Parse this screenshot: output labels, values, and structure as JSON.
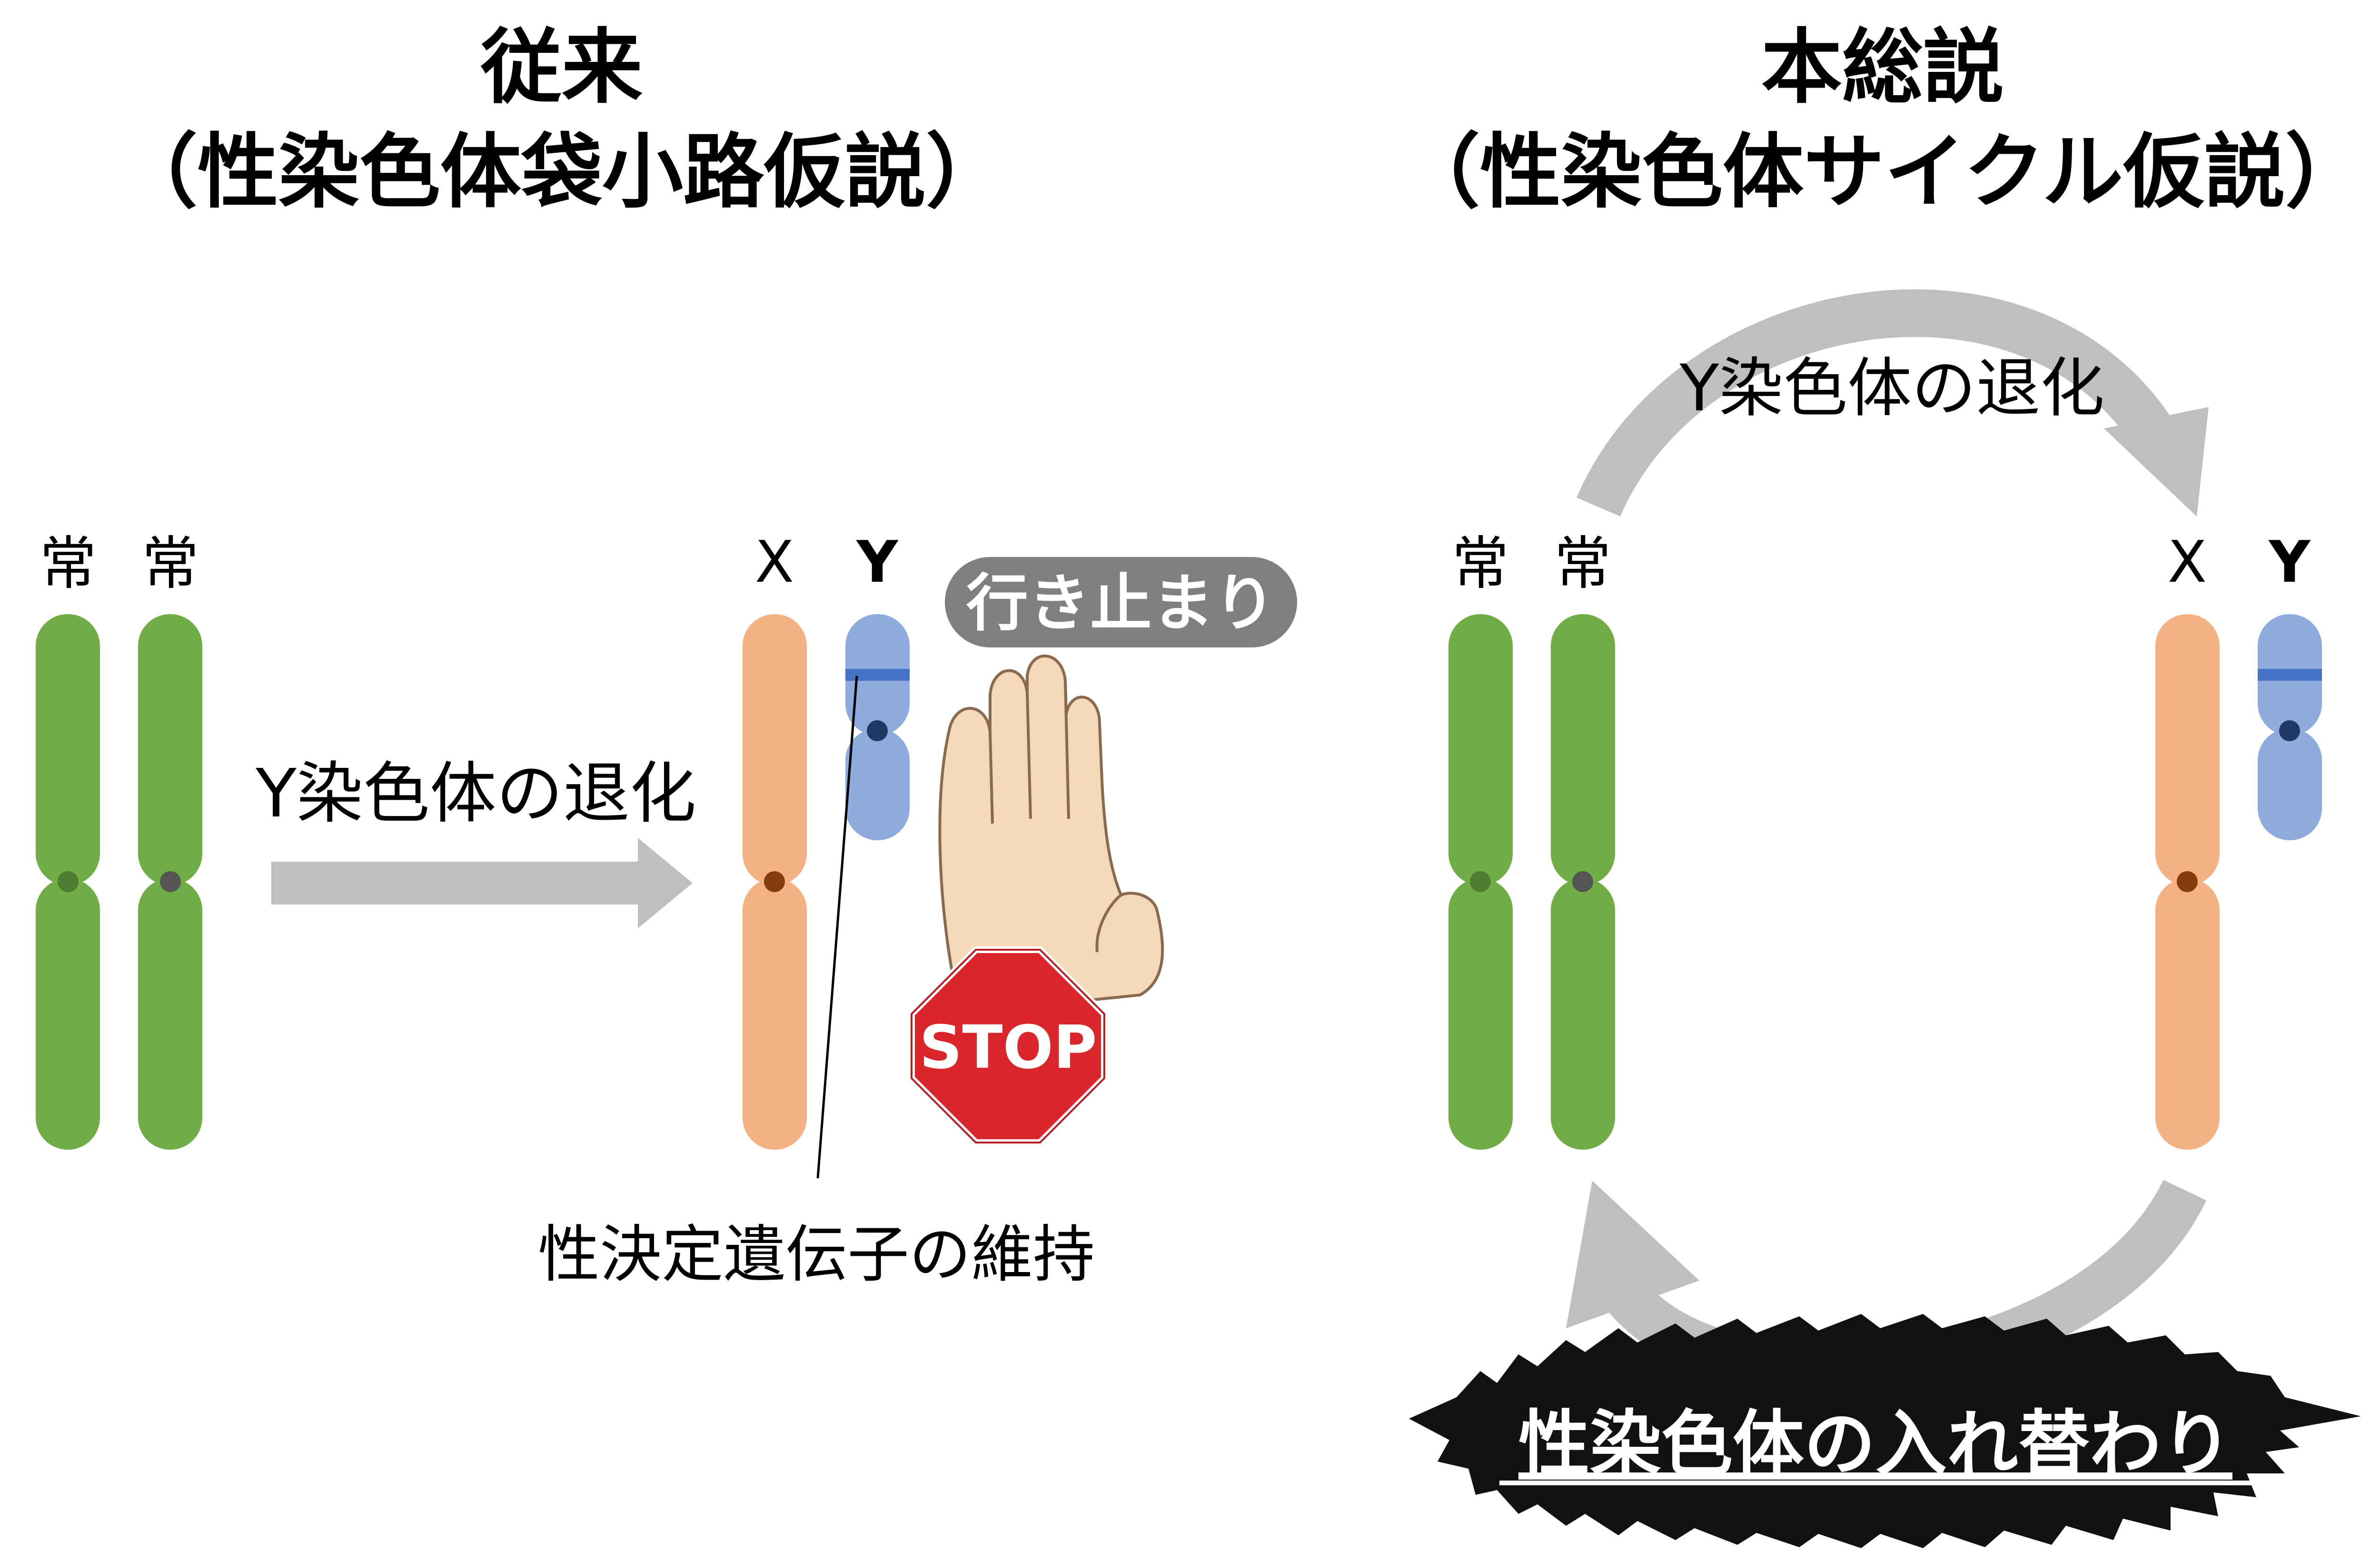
{
  "left_panel": {
    "title": "従来",
    "subtitle": "（性染色体袋小路仮説）",
    "autosome_label_1": "常",
    "autosome_label_2": "常",
    "x_label": "X",
    "y_label": "Y",
    "degeneration_label": "Y染色体の退化",
    "dead_end_label": "行き止まり",
    "stop_sign_text": "STOP",
    "gene_label": "性決定遺伝子の維持"
  },
  "right_panel": {
    "title": "本総説",
    "subtitle": "（性染色体サイクル仮説）",
    "autosome_label_1": "常",
    "autosome_label_2": "常",
    "x_label": "X",
    "y_label": "Y",
    "degeneration_label": "Y染色体の退化",
    "turnover_label": "性染色体の入れ替わり"
  },
  "colors": {
    "autosome": "#70ad47",
    "x_chromosome": "#f4b183",
    "y_chromosome": "#8faadc",
    "y_band": "#4472c4",
    "arrow": "#bfbfbf",
    "stop_red": "#d9262b",
    "badge_gray": "#7f7f7f"
  }
}
